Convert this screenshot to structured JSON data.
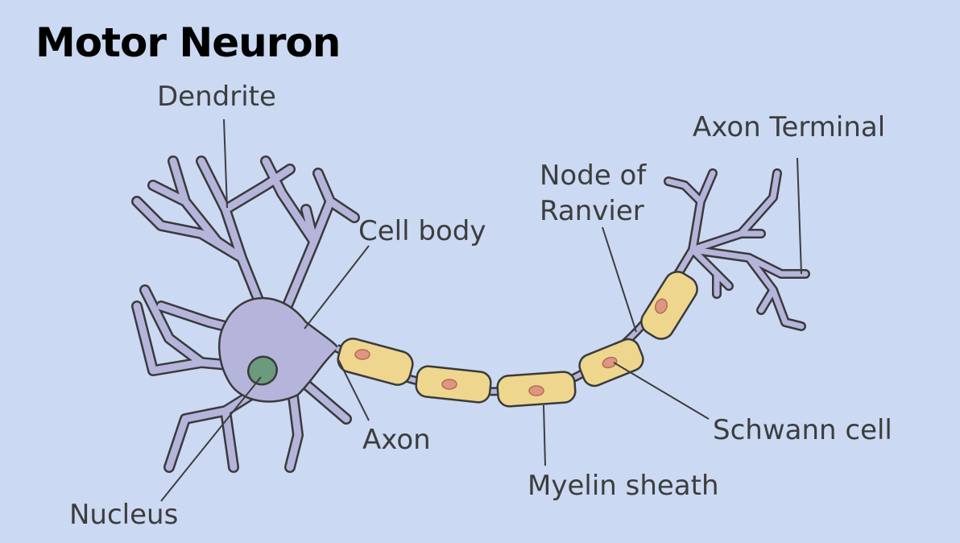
{
  "title": "Motor Neuron",
  "labels": {
    "dendrite": "Dendrite",
    "cell_body": "Cell body",
    "nucleus": "Nucleus",
    "axon": "Axon",
    "myelin_sheath": "Myelin sheath",
    "node_of_ranvier_line1": "Node of",
    "node_of_ranvier_line2": "Ranvier",
    "axon_terminal": "Axon Terminal",
    "schwann_cell": "Schwann cell"
  },
  "colors": {
    "background": "#cbd9f3",
    "neuron": "#b5b4db",
    "outline": "#3a3a3a",
    "nucleus": "#6b9a7c",
    "schwann": "#eed68e",
    "schwann_nucleus": "#dd9681"
  }
}
